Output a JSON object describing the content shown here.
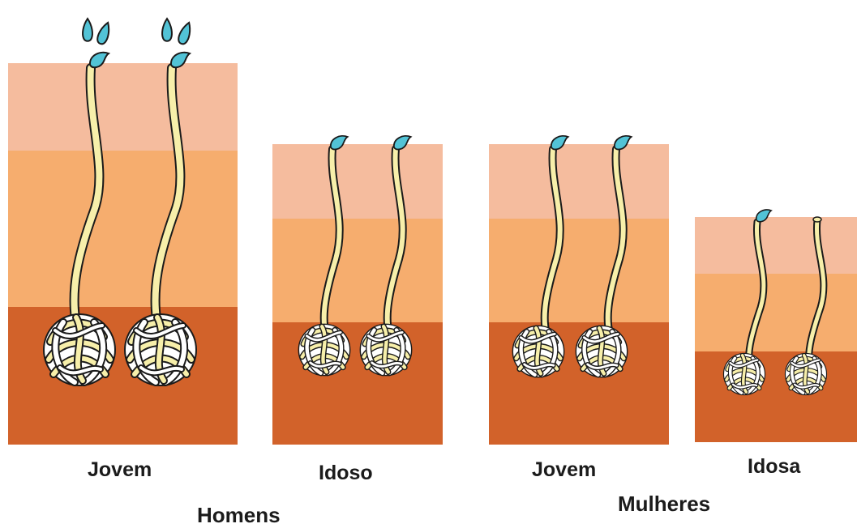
{
  "figure": {
    "panels": [
      {
        "id": "homem-jovem",
        "label": "Jovem",
        "glands": 2,
        "drops": "big"
      },
      {
        "id": "homem-idoso",
        "label": "Idoso",
        "glands": 2,
        "drops": "small"
      },
      {
        "id": "mulher-jovem",
        "label": "Jovem",
        "glands": 2,
        "drops": "small"
      },
      {
        "id": "mulher-idosa",
        "label": "Idosa",
        "glands": 2,
        "drops": "one"
      }
    ],
    "groups": [
      {
        "id": "homens",
        "label": "Homens"
      },
      {
        "id": "mulheres",
        "label": "Mulheres"
      }
    ],
    "colors": {
      "epidermis": "#f5bc9e",
      "dermis": "#f6ad6e",
      "hypodermis": "#d2622a",
      "duct": "#f7efaa",
      "sweat": "#52c3d6"
    }
  }
}
